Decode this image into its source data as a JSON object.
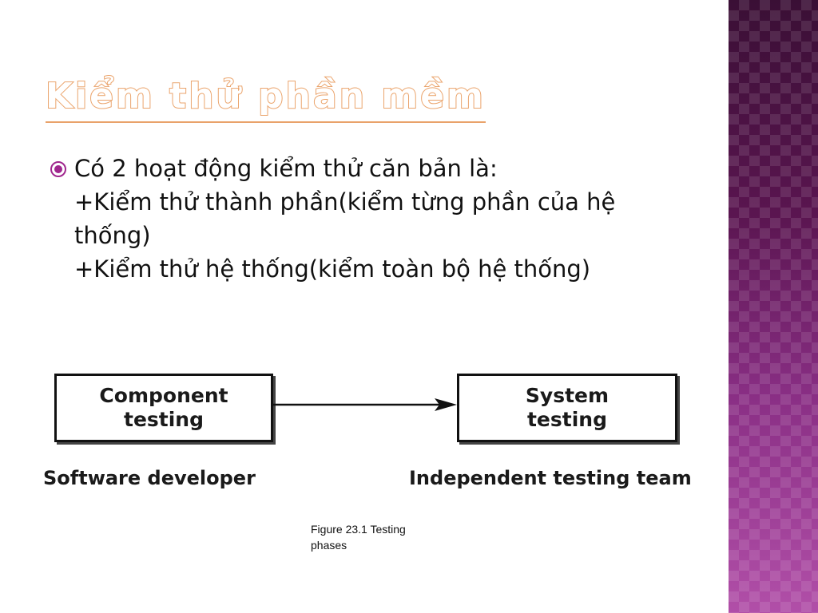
{
  "slide": {
    "title": "Kiểm thử phần mềm",
    "bullet": {
      "lines": [
        "Có 2 hoạt động kiểm thử căn bản là:",
        "+Kiểm thử thành phần(kiểm từng phần của hệ",
        "thống)",
        "+Kiểm thử hệ thống(kiểm toàn bộ hệ thống)"
      ]
    },
    "figure": {
      "box_left": [
        "Component",
        "testing"
      ],
      "box_right": [
        "System",
        "testing"
      ],
      "role_left": "Software developer",
      "role_right": "Independent testing team",
      "caption": [
        "Figure 23.1 Testing",
        "phases"
      ]
    },
    "colors": {
      "title_outline": "#e9a26a",
      "side_band_top": "#3a0f35",
      "side_band_bottom": "#b14fa8"
    }
  }
}
